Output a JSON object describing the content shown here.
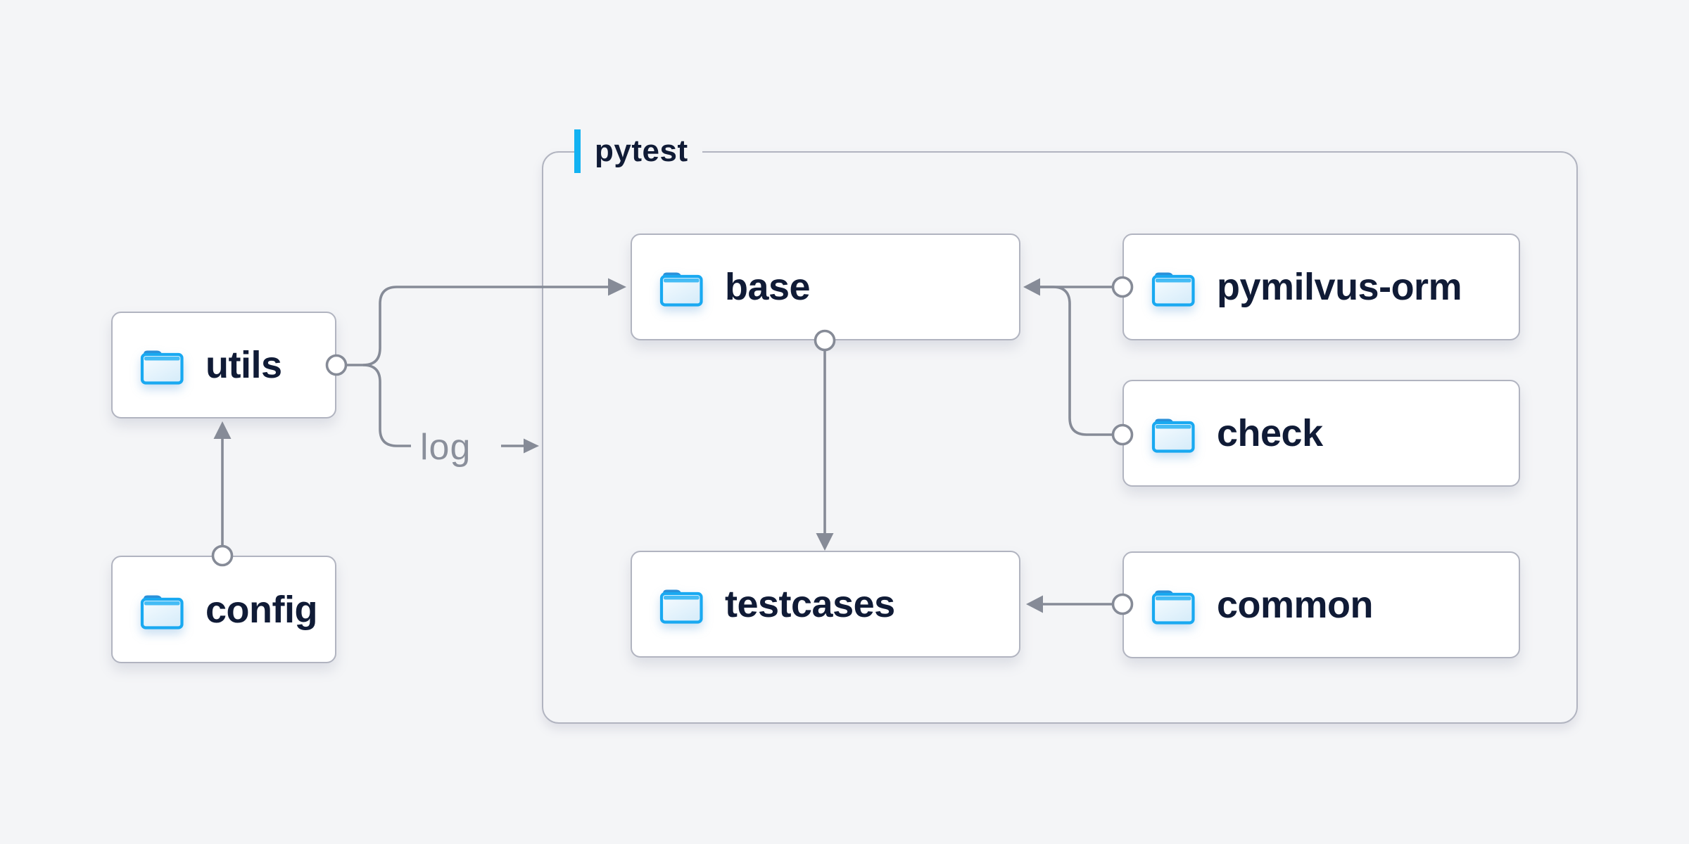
{
  "colors": {
    "bg": "#f4f5f7",
    "panel": "#ffffff",
    "border": "#b1b4c0",
    "line": "#868b97",
    "ink": "#101b36",
    "muted": "#8a8f9b",
    "accent": "#12b2f2",
    "folder_stroke": "#19a9f1",
    "folder_tab": "#2b90d9",
    "folder_strip": "#45bcf5",
    "folder_fill_a": "#f7fcff",
    "folder_fill_b": "#d8edfa"
  },
  "diagram": {
    "group": {
      "label": "pytest"
    },
    "edge_label": "log",
    "nodes": {
      "utils": {
        "label": "utils",
        "icon": "folder-icon"
      },
      "config": {
        "label": "config",
        "icon": "folder-icon"
      },
      "base": {
        "label": "base",
        "icon": "folder-icon"
      },
      "pymilvus_orm": {
        "label": "pymilvus-orm",
        "icon": "folder-icon"
      },
      "check": {
        "label": "check",
        "icon": "folder-icon"
      },
      "testcases": {
        "label": "testcases",
        "icon": "folder-icon"
      },
      "common": {
        "label": "common",
        "icon": "folder-icon"
      }
    }
  }
}
